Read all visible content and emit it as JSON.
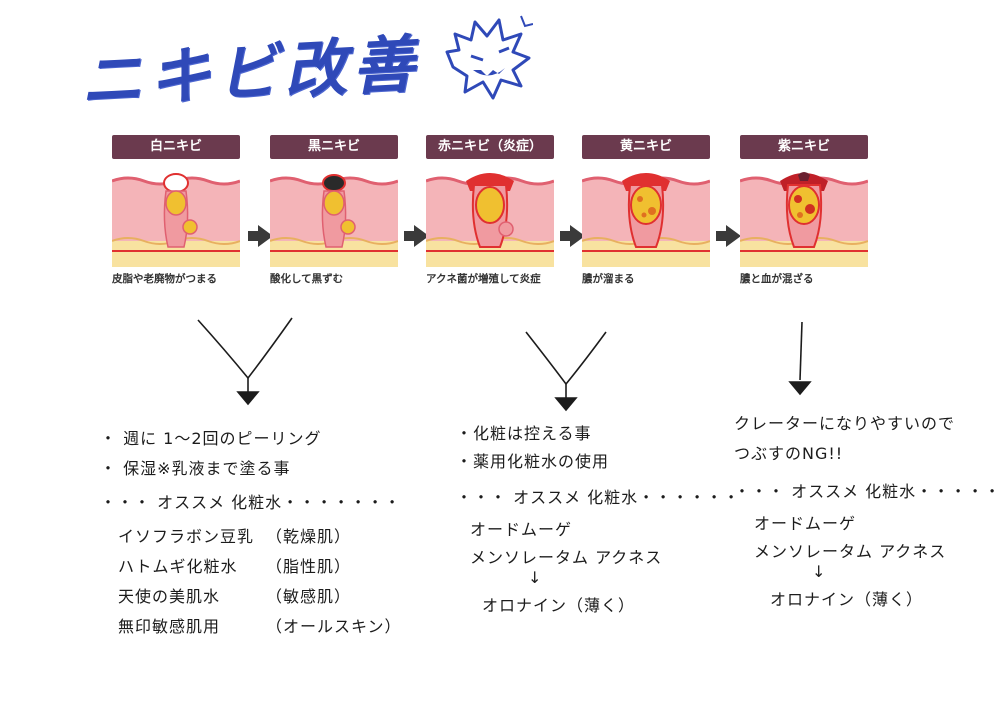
{
  "title": "ニキビ改善",
  "colors": {
    "title_ink": "#2f49b8",
    "label_bg": "#6b3a4e",
    "skin": "#f0a0a8",
    "pus": "#f0c030",
    "inflame": "#e03030"
  },
  "stages": [
    {
      "label": "白ニキビ",
      "caption": "皮脂や老廃物がつまる"
    },
    {
      "label": "黒ニキビ",
      "caption": "酸化して黒ずむ"
    },
    {
      "label": "赤ニキビ（炎症）",
      "caption": "アクネ菌が増殖して炎症"
    },
    {
      "label": "黄ニキビ",
      "caption": "膿が溜まる"
    },
    {
      "label": "紫ニキビ",
      "caption": "膿と血が混ざる"
    }
  ],
  "notes": {
    "left": {
      "bullets": [
        "・ 週に 1～2回のピーリング",
        "・ 保湿※乳液まで塗る事"
      ],
      "recommend": "・・・ オススメ 化粧水・・・・・・・",
      "products": [
        {
          "name": "イソフラボン豆乳",
          "type": "（乾燥肌）"
        },
        {
          "name": "ハトムギ化粧水",
          "type": "（脂性肌）"
        },
        {
          "name": "天使の美肌水",
          "type": "（敏感肌）"
        },
        {
          "name": "無印敏感肌用",
          "type": "（オールスキン）"
        }
      ]
    },
    "middle": {
      "bullets": [
        "・化粧は控える事",
        "・薬用化粧水の使用"
      ],
      "recommend": "・・・ オススメ 化粧水・・・・・・",
      "products": [
        "オードムーゲ",
        "メンソレータム アクネス"
      ],
      "arrow": "↓",
      "final": "オロナイン（薄く）"
    },
    "right": {
      "warning": [
        "クレーターになりやすいので",
        "つぶすのNG!!"
      ],
      "recommend": "・・・ オススメ 化粧水・・・・・",
      "products": [
        "オードムーゲ",
        "メンソレータム アクネス"
      ],
      "arrow": "↓",
      "final": "オロナイン（薄く）"
    }
  }
}
